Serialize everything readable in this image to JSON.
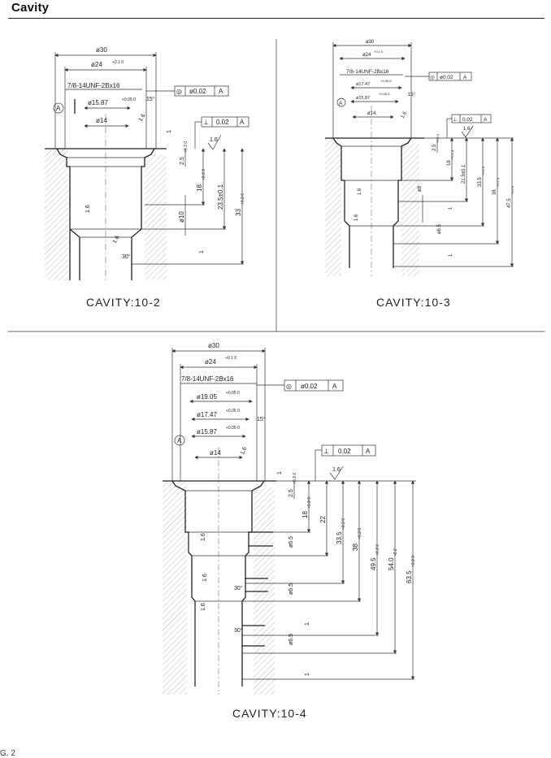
{
  "page": {
    "title": "Cavity",
    "footer": "G. 2"
  },
  "drawings": [
    {
      "caption": "CAVITY:10-2",
      "dims": {
        "d30": "ø30",
        "d24": "ø24",
        "d24_tol": "+0.1 0",
        "thread": "7/8-14UNF-2Bx16",
        "d1587": "ø15.87",
        "d1587_tol": "+0.05 0",
        "d14": "ø14",
        "ang15": "15°",
        "cham": "2.5",
        "cham_tol": "+0.3 0",
        "v18": "18",
        "v18_tol": "+0.2 0",
        "v235": "23.5±0.1",
        "v33": "33",
        "v33_tol": "+0.2 0",
        "d10": "ø10",
        "one": "1",
        "ang30": "30°"
      },
      "fcf1": {
        "sym": "◎",
        "val": "ø0.02",
        "ref": "A"
      },
      "fcf2": {
        "sym": "⊥",
        "val": "0.02",
        "ref": "A"
      },
      "datum": "A",
      "roughness": "1.6"
    },
    {
      "caption": "CAVITY:10-3",
      "dims": {
        "d30": "ø30",
        "d24": "ø24",
        "d24_tol": "+0.1 0",
        "thread": "7/8-14UNF-2Bx16",
        "d1747": "ø17.47",
        "d1747_tol": "+0.05 0",
        "d1587": "ø15.87",
        "d1587_tol": "+0.05 0",
        "d14": "ø14",
        "ang15": "15°",
        "cham": "2.5",
        "cham_tol": "+0.3 0",
        "v18": "18",
        "v18_tol": "+0.2 0",
        "v215": "21.5±0.1",
        "v335": "33.5",
        "v335_tol": "+0.2 0",
        "v38": "38",
        "v38_tol": "+0.2 0",
        "v475": "47.5",
        "v475_tol": "+0.2 0",
        "d8": "ø8",
        "d65": "ø6.5",
        "one": "1"
      },
      "fcf1": {
        "sym": "◎",
        "val": "ø0.02",
        "ref": "A"
      },
      "fcf2": {
        "sym": "⊥",
        "val": "0.02",
        "ref": "A"
      },
      "datum": "A",
      "roughness": "1.6"
    },
    {
      "caption": "CAVITY:10-4",
      "dims": {
        "d30": "ø30",
        "d24": "ø24",
        "d24_tol": "+0.1 0",
        "thread": "7/8-14UNF-2Bx16",
        "d1905": "ø19.05",
        "d1905_tol": "+0.05 0",
        "d1747": "ø17.47",
        "d1747_tol": "+0.05 0",
        "d1587": "ø15.87",
        "d1587_tol": "+0.05 0",
        "d14": "ø14",
        "ang15": "15°",
        "cham": "2.5",
        "cham_tol": "+0.3 0",
        "v18": "18",
        "v18_tol": "+0.2 0",
        "v22": "22",
        "v335": "33.5",
        "v335_tol": "+0.2 0",
        "v38": "38",
        "v38_tol": "+0.2 0",
        "v495": "49.5",
        "v495_tol": "+0.2 0",
        "v54": "54.0",
        "v54_tol": "-0.2",
        "v635": "63.5",
        "v635_tol": "+0.2 0",
        "d65a": "ø6.5",
        "d65b": "ø6.5",
        "d65c": "ø6.5",
        "one": "1",
        "ang30": "30°"
      },
      "fcf1": {
        "sym": "◎",
        "val": "ø0.02",
        "ref": "A"
      },
      "fcf2": {
        "sym": "⊥",
        "val": "0.02",
        "ref": "A"
      },
      "datum": "A",
      "roughness": "1.6"
    }
  ]
}
